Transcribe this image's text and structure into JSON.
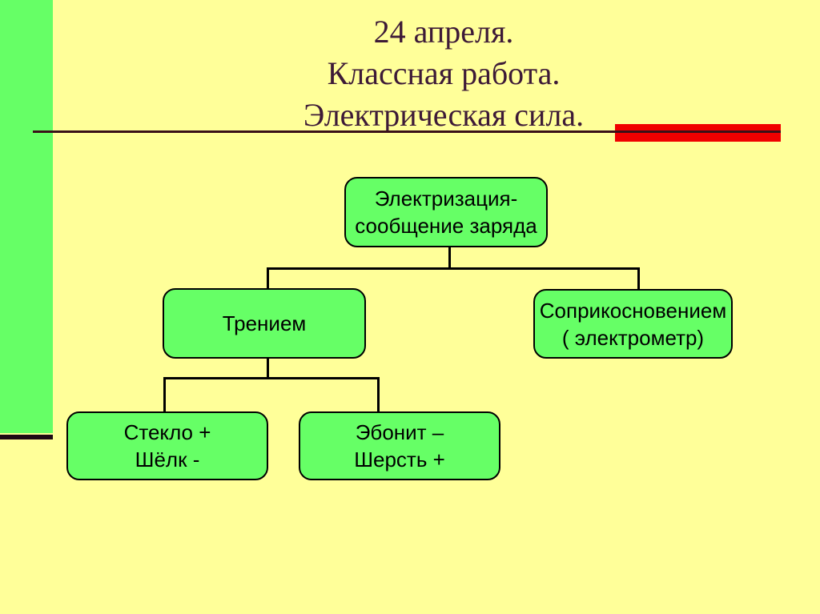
{
  "title": {
    "line1": "24 апреля.",
    "line2": "Классная работа.",
    "line3": "Электрическая сила."
  },
  "colors": {
    "background": "#FFFF99",
    "accent_green": "#66FF66",
    "accent_red": "#F00000",
    "title_text": "#3D1A37",
    "rule": "#3A1018",
    "node_border": "#000000",
    "node_text": "#000000"
  },
  "diagram": {
    "boxes": {
      "root": {
        "line1": "Электризация-",
        "line2": "сообщение заряда"
      },
      "friction": {
        "line1": "Трением"
      },
      "contact": {
        "line1": "Соприкосновением",
        "line2": "( электрометр)"
      },
      "glass": {
        "line1": "Стекло +",
        "line2": "Шёлк -"
      },
      "ebonite": {
        "line1": "Эбонит –",
        "line2": "Шерсть +"
      }
    },
    "edges": [
      {
        "from": "root",
        "to": "friction"
      },
      {
        "from": "root",
        "to": "contact"
      },
      {
        "from": "friction",
        "to": "glass"
      },
      {
        "from": "friction",
        "to": "ebonite"
      }
    ]
  }
}
